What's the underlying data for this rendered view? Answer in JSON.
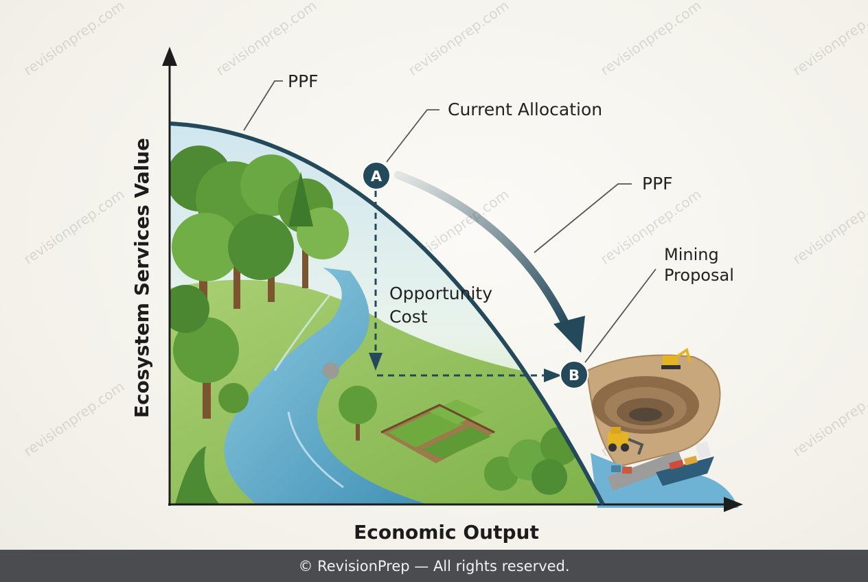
{
  "labels": {
    "ppf_top": "PPF",
    "current_allocation": "Current Allocation",
    "ppf_right": "PPF",
    "mining_line1": "Mining",
    "mining_line2": "Proposal",
    "opportunity_line1": "Opportunity",
    "opportunity_line2": "Cost",
    "point_a": "A",
    "point_b": "B"
  },
  "axes": {
    "y_label": "Ecosystem Services Value",
    "x_label": "Economic Output"
  },
  "watermark": "revisionprep.com",
  "footer": "© RevisionPrep — All rights reserved.",
  "colors": {
    "curve": "#24495a",
    "forest_light": "#8fc25a",
    "river": "#5fa9c8",
    "mine": "#c9a77c"
  }
}
